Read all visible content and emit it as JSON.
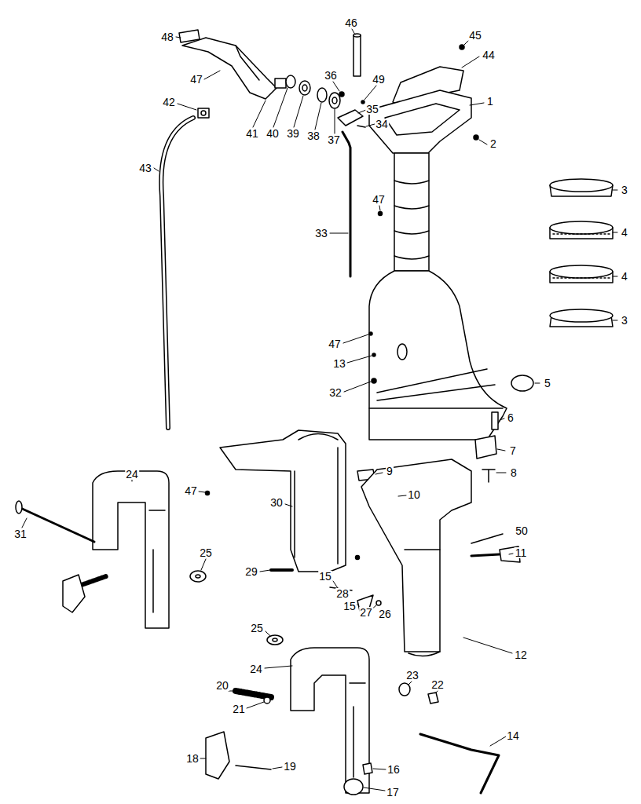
{
  "diagram": {
    "labels": [
      "48",
      "46",
      "45",
      "47",
      "36",
      "49",
      "44",
      "1",
      "42",
      "35",
      "34",
      "2",
      "41",
      "40",
      "39",
      "38",
      "37",
      "3",
      "43",
      "47",
      "4",
      "33",
      "4",
      "3",
      "47",
      "13",
      "5",
      "32",
      "6",
      "7",
      "9",
      "8",
      "24",
      "47",
      "10",
      "30",
      "50",
      "31",
      "25",
      "11",
      "29",
      "15",
      "28",
      "15",
      "27",
      "26",
      "25",
      "12",
      "24",
      "23",
      "22",
      "20",
      "21",
      "14",
      "18",
      "19",
      "17",
      "16"
    ]
  }
}
